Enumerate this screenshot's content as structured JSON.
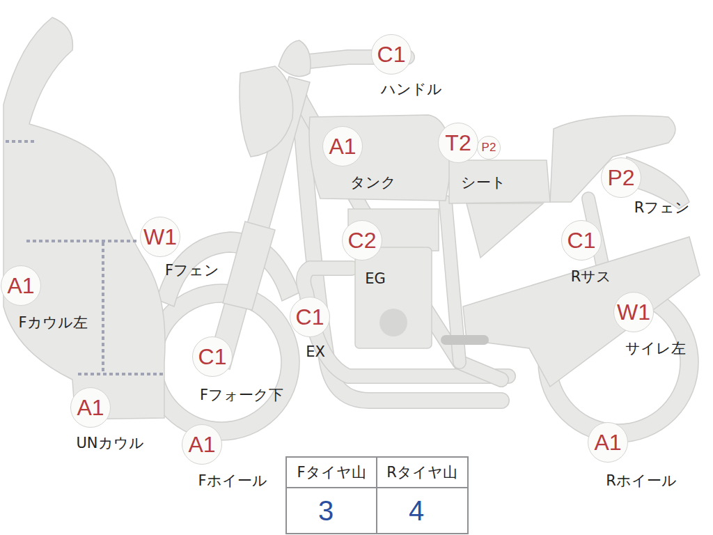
{
  "diagram": {
    "nodes": [
      {
        "text": [
          "C1",
          "ハンドル"
        ]
      },
      {
        "text": [
          "A1",
          "タンク"
        ]
      },
      {
        "text": [
          "T2",
          "シート"
        ]
      },
      {
        "text": [
          "P2"
        ]
      },
      {
        "text": [
          "P2",
          "Rフェン"
        ]
      },
      {
        "text": [
          "W1",
          "Fフェン"
        ]
      },
      {
        "text": [
          "C2",
          "EG"
        ]
      },
      {
        "text": [
          "C1",
          "Rサス"
        ]
      },
      {
        "text": [
          "A1",
          "Fカウル左"
        ]
      },
      {
        "text": [
          "C1",
          "EX"
        ]
      },
      {
        "text": [
          "W1",
          "サイレ左"
        ]
      },
      {
        "text": [
          "C1",
          "Fフォーク下"
        ]
      },
      {
        "text": [
          "A1",
          "UNカウル"
        ]
      },
      {
        "text": [
          "A1",
          "Fホイール"
        ]
      },
      {
        "text": [
          "A1",
          "Rホイール"
        ]
      }
    ],
    "labels": [
      "Fタイヤ山",
      "Rタイヤ山",
      "3",
      "4"
    ]
  }
}
